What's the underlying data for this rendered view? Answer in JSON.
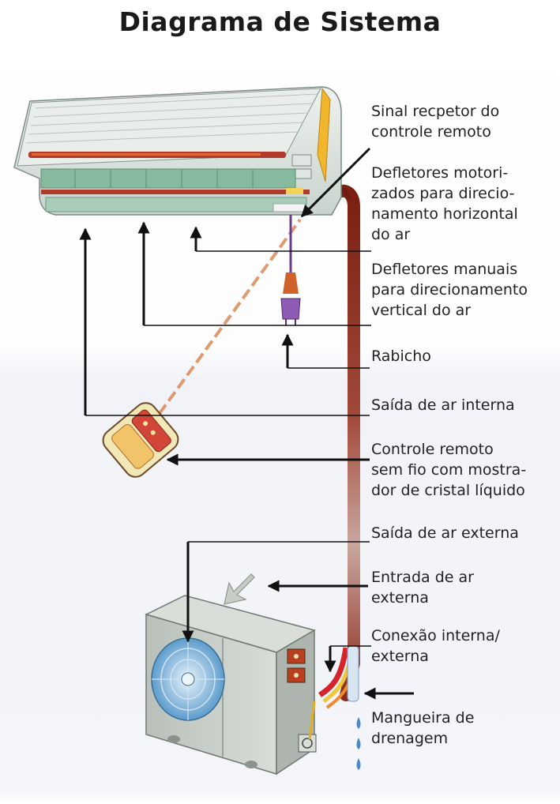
{
  "title": "Diagrama de Sistema",
  "labels": {
    "sinal": [
      "Sinal recpetor do",
      "controle remoto"
    ],
    "defletores_motorizados": [
      "Defletores motori-",
      "zados para direcio-",
      "namento horizontal",
      "do ar"
    ],
    "defletores_manuais": [
      "Defletores manuais",
      "para direcionamento",
      "vertical do ar"
    ],
    "rabicho": [
      "Rabicho"
    ],
    "saida_interna": [
      "Saída de ar interna"
    ],
    "controle_remoto": [
      "Controle remoto",
      "sem fio com mostra-",
      "dor de cristal líquido"
    ],
    "saida_externa": [
      "Saída de ar externa"
    ],
    "entrada_externa": [
      "Entrada de ar",
      "externa"
    ],
    "conexao": [
      "Conexão interna/",
      "externa"
    ],
    "mangueira": [
      "Mangueira de",
      "drenagem"
    ]
  },
  "colors": {
    "indoor_unit": "#dfe6e2",
    "vent_green": "#7fb79a",
    "pipe": "#8b2a1c",
    "remote_body": "#e8d9a8",
    "outdoor_unit": "#c7cdc7",
    "fan": "#7ab2d8",
    "leader_line": "#111111"
  }
}
